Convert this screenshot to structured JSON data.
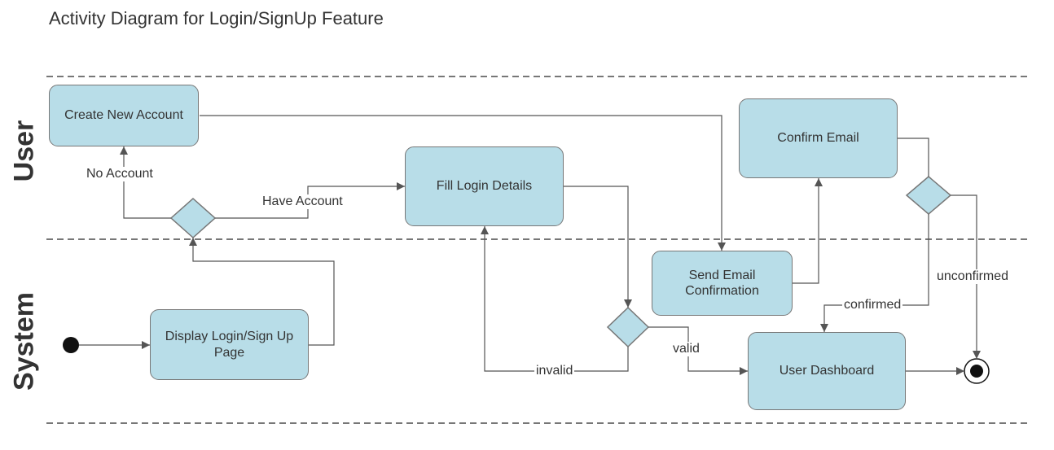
{
  "title": "Activity Diagram for Login/SignUp Feature",
  "lanes": {
    "user": "User",
    "system": "System"
  },
  "nodes": {
    "create_account": "Create New Account",
    "fill_login": "Fill Login Details",
    "confirm_email": "Confirm Email",
    "send_email": "Send Email Confirmation",
    "display_login": "Display Login/Sign Up Page",
    "dashboard": "User Dashboard"
  },
  "edges": {
    "no_account": "No Account",
    "have_account": "Have Account",
    "invalid": "invalid",
    "valid": "valid",
    "confirmed": "confirmed",
    "unconfirmed": "unconfirmed"
  },
  "colors": {
    "node_fill": "#b8dde8",
    "node_border": "#777777",
    "line": "#555555",
    "text": "#333333"
  }
}
